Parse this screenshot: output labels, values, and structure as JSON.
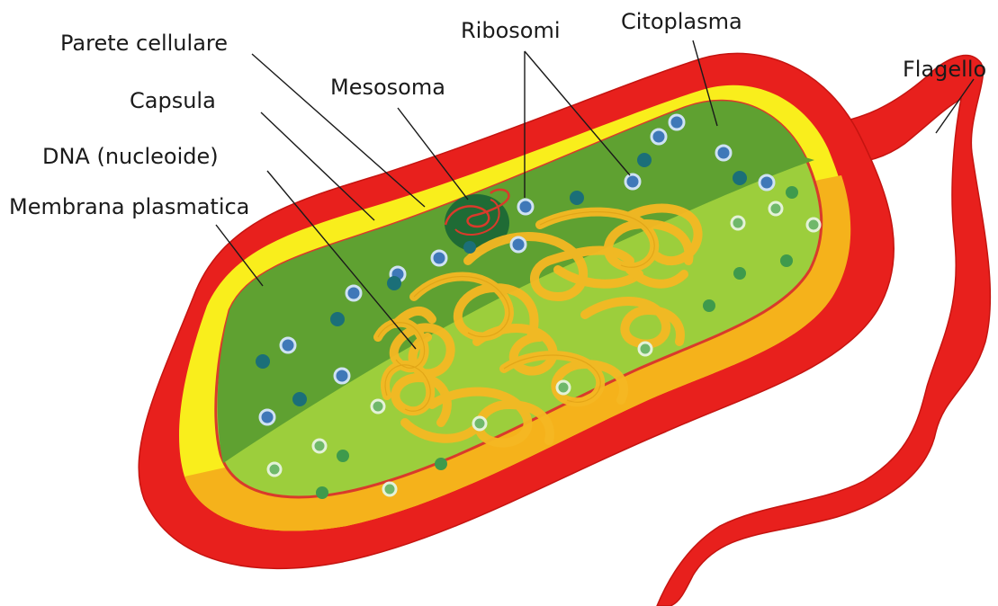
{
  "labels": {
    "parete_cellulare": "Parete cellulare",
    "capsula": "Capsula",
    "dna": "DNA (nucleoide)",
    "membrana": "Membrana plasmatica",
    "mesosoma": "Mesosoma",
    "ribosomi": "Ribosomi",
    "citoplasma": "Citoplasma",
    "flagello": "Flagello"
  },
  "colors": {
    "capsule_red": "#e8201d",
    "cell_wall_yellow": "#f9ee1c",
    "wall_inner_orange": "#f5b21b",
    "cytoplasm_dark": "#5fa131",
    "cytoplasm_light": "#9cce3c",
    "membrane_line": "#d93a2b",
    "dna_yellow": "#f5b823",
    "mesosome_green": "#1f6b35",
    "ribosome_blue": "#3f78b8",
    "ribosome_teal": "#1b6f78",
    "ribosome_green": "#3e9a4c"
  }
}
